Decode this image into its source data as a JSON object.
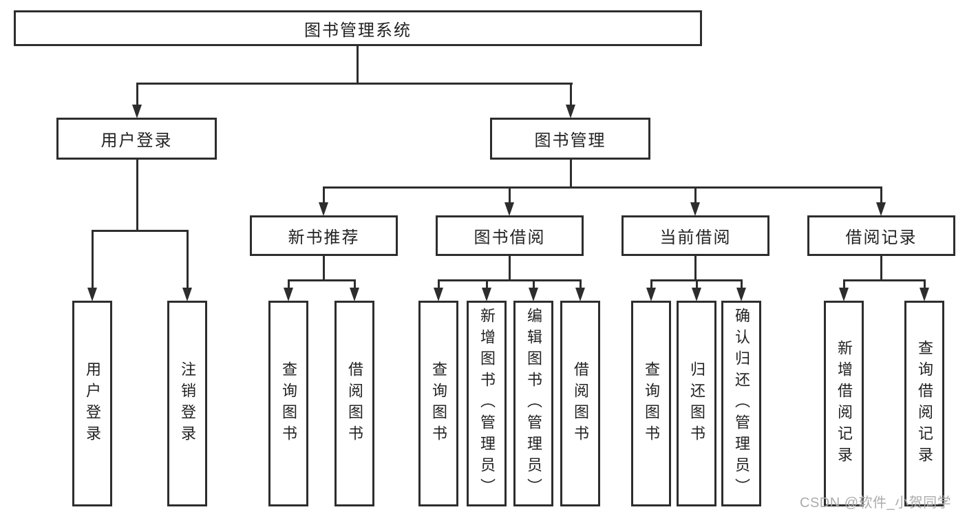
{
  "tree": {
    "root": "图书管理系统",
    "children": [
      {
        "label": "用户登录",
        "children": [
          "用户登录",
          "注销登录"
        ]
      },
      {
        "label": "图书管理",
        "children": [
          {
            "label": "新书推荐",
            "children": [
              "查询图书",
              "借阅图书"
            ]
          },
          {
            "label": "图书借阅",
            "children": [
              "查询图书",
              "新增图书（管理员）",
              "编辑图书（管理员）",
              "借阅图书"
            ]
          },
          {
            "label": "当前借阅",
            "children": [
              "查询图书",
              "归还图书",
              "确认归还（管理员）"
            ]
          },
          {
            "label": "借阅记录",
            "children": [
              "新增借阅记录",
              "查询借阅记录"
            ]
          }
        ]
      }
    ]
  },
  "watermark": "CSDN @软件_小贺同学",
  "colors": {
    "line": "#2d2d2d",
    "text": "#222222",
    "watermark": "#ababab",
    "background": "#ffffff"
  }
}
